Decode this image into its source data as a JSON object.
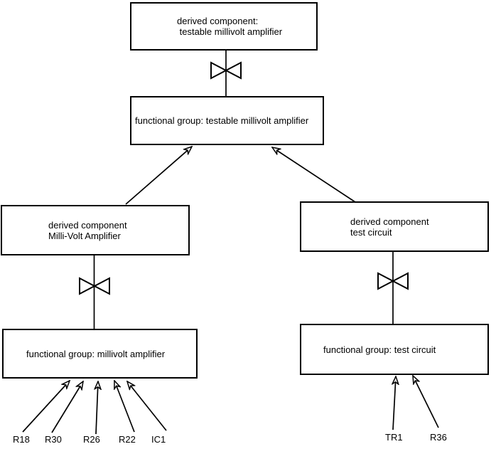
{
  "colors": {
    "background": "#ffffff",
    "line": "#000000",
    "box_border": "#000000",
    "text": "#000000"
  },
  "icons": {
    "decomposition_symbol": "bowtie"
  },
  "nodes": {
    "top_derived": {
      "lines": [
        "derived component:",
        " testable millivolt amplifier"
      ]
    },
    "func_testable": {
      "lines": [
        "functional group: testable millivolt amplifier"
      ]
    },
    "left_derived": {
      "lines": [
        "derived component",
        "Milli-Volt Amplifier"
      ]
    },
    "right_derived": {
      "lines": [
        "derived component",
        "test circuit"
      ]
    },
    "func_milli": {
      "lines": [
        "functional group: millivolt amplifier"
      ]
    },
    "func_test": {
      "lines": [
        "functional group: test circuit"
      ]
    }
  },
  "leaf_components": {
    "left": [
      "R18",
      "R30",
      "R26",
      "R22",
      "IC1"
    ],
    "right": [
      "TR1",
      "R36"
    ]
  }
}
